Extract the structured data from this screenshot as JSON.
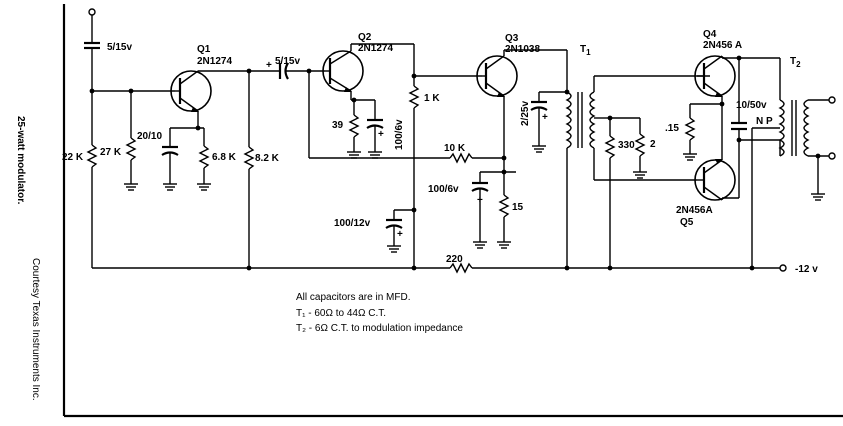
{
  "side_title": "25-watt modulator.",
  "side_credit": "Courtesy Texas Instruments Inc.",
  "transistors": {
    "q1": {
      "name": "Q1",
      "part": "2N1274"
    },
    "q2": {
      "name": "Q2",
      "part": "2N1274"
    },
    "q3": {
      "name": "Q3",
      "part": "2N1038"
    },
    "q4": {
      "name": "Q4",
      "part": "2N456 A"
    },
    "q5": {
      "name": "Q5",
      "part": "2N456A"
    }
  },
  "transformers": {
    "t1": "T",
    "t1_sub": "1",
    "t2": "T",
    "t2_sub": "2",
    "np": "N  P"
  },
  "components": {
    "c_in": "5/15v",
    "c_coupling": "5/15v",
    "c_plus": "+",
    "r_22k": "22 K",
    "r_27k": "27 K",
    "c_20_10": "20/10",
    "r_6_8k": "6.8 K",
    "r_8_2k": "8.2 K",
    "r_39": "39",
    "c_100_6_a": "100/6v",
    "r_1k": "1 K",
    "r_10k": "10 K",
    "c_100_12": "100/12v",
    "c_100_6_b": "100/6v",
    "r_15": "15",
    "r_220": "220",
    "c_2_25": "2/25v",
    "r_330": "330",
    "r_2": "2",
    "r_15b": ".15",
    "c_10_50": "10/50v"
  },
  "supply": "-12 v",
  "notes": {
    "line1": "All capacitors are in MFD.",
    "line2": "T₁ - 60Ω to 44Ω C.T.",
    "line3": "T₂ - 6Ω C.T. to modulation impedance"
  }
}
